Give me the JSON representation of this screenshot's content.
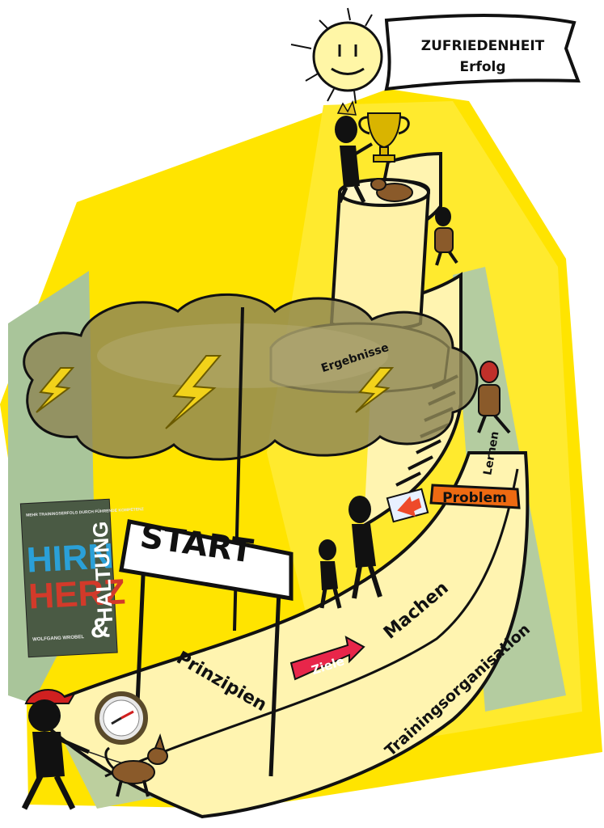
{
  "banner": {
    "line1": "ZUFRIEDENHEIT",
    "line2": "Erfolg"
  },
  "signs": {
    "start": "START",
    "problem": "Problem",
    "ziele": "Ziele"
  },
  "path_labels": {
    "prinzipien": "Prinzipien",
    "machen": "Machen",
    "trainingsorganisation": "Trainingsorganisation",
    "lernen": "Lernen",
    "ergebnisse": "Ergebnisse"
  },
  "book": {
    "tagline": "MEHR TRAININGSERFOLG DURCH FÜHRENDE KOMPETENZ",
    "title1": "HIRN",
    "title2": "HERZ",
    "amp": "&",
    "title3": "HALTUNG",
    "author": "WOLFGANG WROBEL",
    "colors": {
      "cover": "#4a5a44",
      "hirn": "#2aa0d8",
      "herz": "#d23a2a",
      "haltung": "#ffffff"
    }
  },
  "colors": {
    "sunlight": "#ffe400",
    "path": "#fff4b0",
    "green_field": "#a9c59a",
    "cloud": "#8d8656",
    "lightning": "#f2d21a",
    "sun": "#fff6a6",
    "problem_sign": "#ee6a12",
    "ziele_arrow": "#e8264a"
  }
}
